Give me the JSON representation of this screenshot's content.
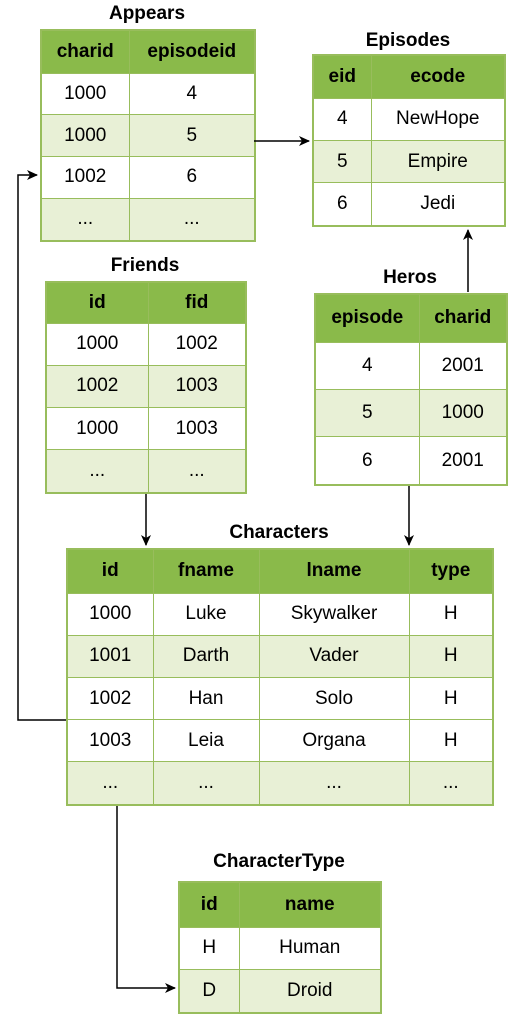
{
  "tables": {
    "appears": {
      "title": "Appears",
      "columns": [
        "charid",
        "episodeid"
      ],
      "rows": [
        [
          "1000",
          "4"
        ],
        [
          "1000",
          "5"
        ],
        [
          "1002",
          "6"
        ],
        [
          "...",
          "..."
        ]
      ]
    },
    "episodes": {
      "title": "Episodes",
      "columns": [
        "eid",
        "ecode"
      ],
      "rows": [
        [
          "4",
          "NewHope"
        ],
        [
          "5",
          "Empire"
        ],
        [
          "6",
          "Jedi"
        ]
      ]
    },
    "friends": {
      "title": "Friends",
      "columns": [
        "id",
        "fid"
      ],
      "rows": [
        [
          "1000",
          "1002"
        ],
        [
          "1002",
          "1003"
        ],
        [
          "1000",
          "1003"
        ],
        [
          "...",
          "..."
        ]
      ]
    },
    "heros": {
      "title": "Heros",
      "columns": [
        "episode",
        "charid"
      ],
      "rows": [
        [
          "4",
          "2001"
        ],
        [
          "5",
          "1000"
        ],
        [
          "6",
          "2001"
        ]
      ]
    },
    "characters": {
      "title": "Characters",
      "columns": [
        "id",
        "fname",
        "lname",
        "type"
      ],
      "rows": [
        [
          "1000",
          "Luke",
          "Skywalker",
          "H"
        ],
        [
          "1001",
          "Darth",
          "Vader",
          "H"
        ],
        [
          "1002",
          "Han",
          "Solo",
          "H"
        ],
        [
          "1003",
          "Leia",
          "Organa",
          "H"
        ],
        [
          "...",
          "...",
          "...",
          "..."
        ]
      ]
    },
    "charactertype": {
      "title": "CharacterType",
      "columns": [
        "id",
        "name"
      ],
      "rows": [
        [
          "H",
          "Human"
        ],
        [
          "D",
          "Droid"
        ]
      ]
    }
  },
  "colors": {
    "header_fill": "#8aba4a",
    "row_alt_fill": "#e8f0d6",
    "border": "#98bd5c",
    "arrow": "#000000"
  }
}
